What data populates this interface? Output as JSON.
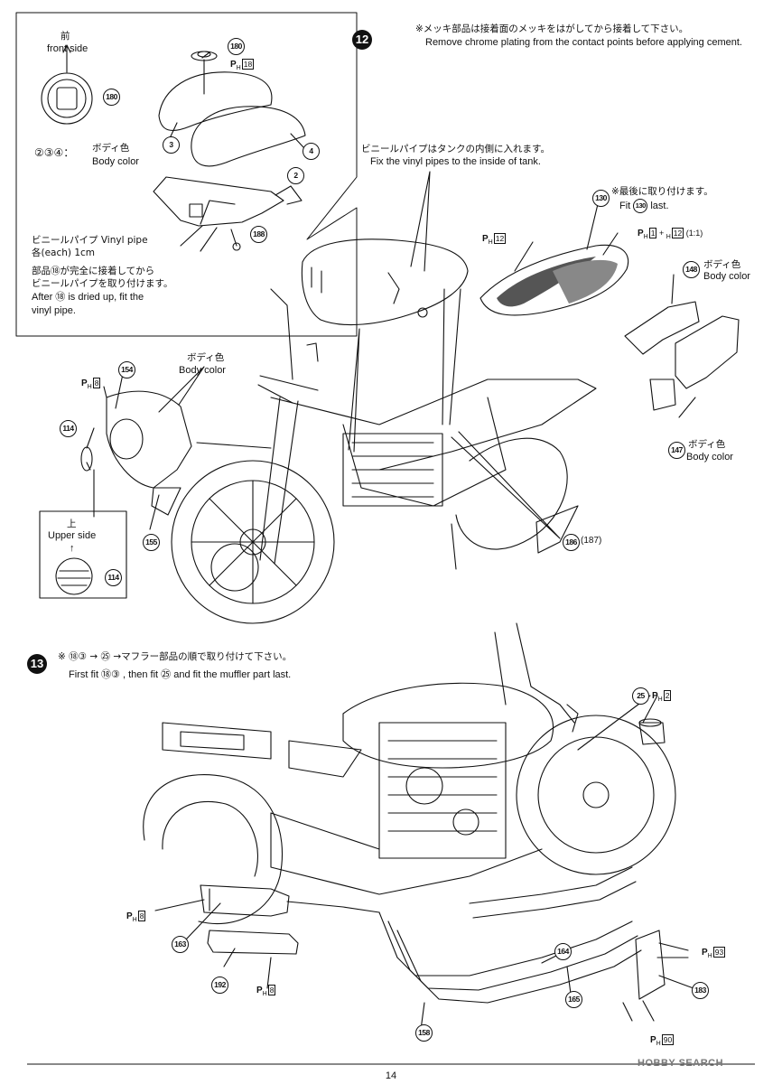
{
  "step12": {
    "number": "12",
    "note_jp": "※メッキ部品は接着面のメッキをはがしてから接着して下さい。",
    "note_en": "Remove chrome plating from the contact points before applying cement.",
    "inset": {
      "front_jp": "前",
      "front_en": "front side",
      "parts_label": "②③④：",
      "body_color_jp": "ボディ色",
      "body_color_en": "Body color",
      "vinyl_jp": "ビニールパイプ Vinyl pipe",
      "vinyl_each": "各(each) 1cm",
      "dried_jp1": "部品⑱が完全に接着してから",
      "dried_jp2": "ビニールパイプを取り付けます。",
      "dried_en1": "After ⑱ is dried up, fit the",
      "dried_en2": "vinyl pipe."
    },
    "vinyl_inside_jp": "ビニールパイプはタンクの内側に入れます。",
    "vinyl_inside_en": "Fix the vinyl pipes to the inside of tank.",
    "seat_last_jp": "※最後に取り付けます。",
    "seat_last_en_pre": "Fit",
    "seat_last_en_post": "last.",
    "body_color_jp": "ボディ色",
    "body_color_en": "Body color",
    "upper_jp": "上",
    "upper_en": "Upper side",
    "upper_arrow": "↑",
    "ratio": "(1:1)",
    "pair_label": "(187)",
    "parts": {
      "p180": "180",
      "p3": "3",
      "p4": "4",
      "p2": "2",
      "p188": "188",
      "p130": "130",
      "p148": "148",
      "p154": "154",
      "p114": "114",
      "p155": "155",
      "p147": "147",
      "p186": "186"
    },
    "pcodes": {
      "h18": "18",
      "h12": "12",
      "h1": "1",
      "h12b": "12",
      "h8": "8"
    }
  },
  "step13": {
    "number": "13",
    "note_jp": "※ ⑱③ → ㉕ →マフラー部品の順で取り付けて下さい。",
    "note_en": "First fit ⑱③ , then fit ㉕ and fit the muffler part last.",
    "parts": {
      "p25": "25",
      "p163": "163",
      "p192": "192",
      "p164": "164",
      "p165": "165",
      "p158": "158",
      "p183": "183"
    },
    "pcodes": {
      "h2": "2",
      "h8a": "8",
      "h8b": "8",
      "h93": "93",
      "h90": "90"
    }
  },
  "footer": {
    "page_number": "14",
    "watermark": "HOBBY SEARCH"
  }
}
